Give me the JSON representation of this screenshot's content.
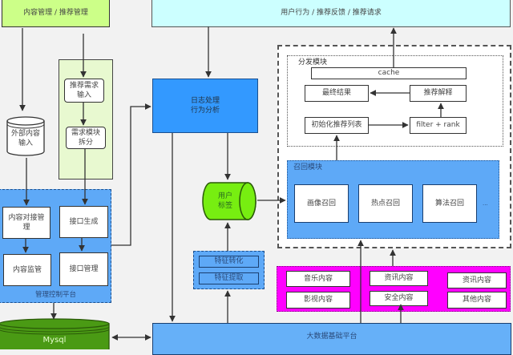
{
  "colors": {
    "top_left_green": "#ccff88",
    "light_green_panel": "#e8f9d0",
    "top_cyan": "#ccffff",
    "blue_dark": "#3399ff",
    "blue_panel": "#5ea9f7",
    "user_tag_green": "#77ee11",
    "mysql_green": "#4a9a14",
    "magenta": "#ff00ff",
    "platform_blue": "#66b0f8"
  },
  "top_left": {
    "label": "内容管理 / 推荐管理"
  },
  "top_right": {
    "label": "用户行为 / 推荐反馈 / 推荐请求"
  },
  "req_panel": {
    "items": [
      {
        "label": "推荐需求\n输入"
      },
      {
        "label": "需求模块\n拆分"
      }
    ]
  },
  "external_input": {
    "label": "外部内容\n输入"
  },
  "mgmt_platform": {
    "title": "管理控制平台",
    "items": [
      {
        "label": "内容对接管\n理"
      },
      {
        "label": "接口生成"
      },
      {
        "label": "内容监管"
      },
      {
        "label": "接口管理"
      }
    ]
  },
  "mysql": {
    "label": "Mysql"
  },
  "log_processing": {
    "label": "日志处理\n行为分析"
  },
  "user_tags": {
    "label": "用户\n标签"
  },
  "features": {
    "items": [
      {
        "label": "特征转化"
      },
      {
        "label": "特征提取"
      }
    ]
  },
  "dispatch": {
    "title": "分发模块",
    "cache": "cache",
    "final": "最终结果",
    "explain": "推荐解释",
    "init_list": "初始化推荐列表",
    "filter_rank": "filter + rank"
  },
  "recall": {
    "title": "召回模块",
    "items": [
      {
        "label": "画像召回"
      },
      {
        "label": "热点召回"
      },
      {
        "label": "算法召回"
      }
    ],
    "more": "..."
  },
  "content_sources": {
    "items": [
      {
        "label": "音乐内容"
      },
      {
        "label": "影视内容"
      },
      {
        "label": "资讯内容"
      },
      {
        "label": "安全内容"
      },
      {
        "label": "资讯内容"
      },
      {
        "label": "其他内容"
      }
    ]
  },
  "platform": {
    "label": "大数据基础平台"
  }
}
